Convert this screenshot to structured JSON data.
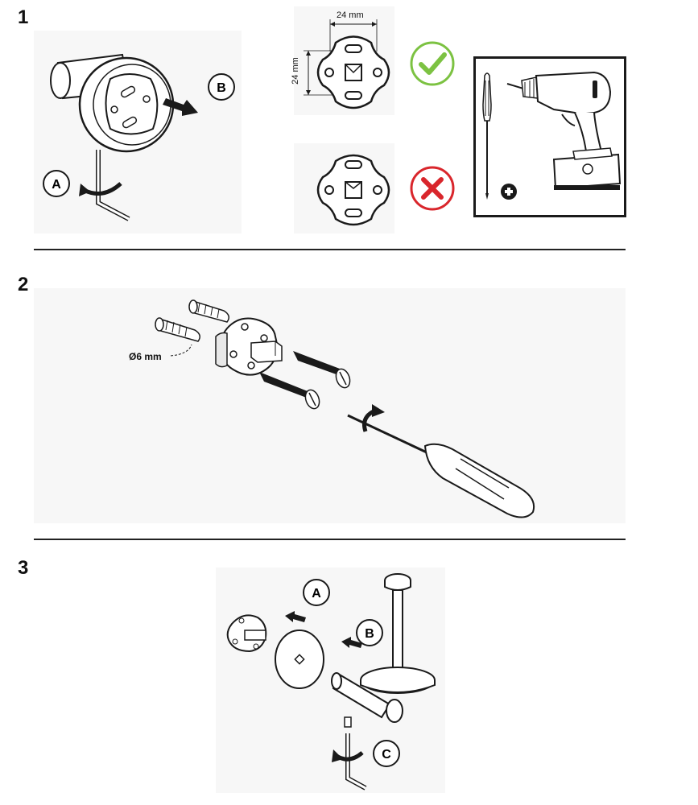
{
  "steps": [
    {
      "number": "1"
    },
    {
      "number": "2"
    },
    {
      "number": "3"
    }
  ],
  "step1": {
    "label_a": "A",
    "label_b": "B",
    "dim_width": "24 mm",
    "dim_height": "24 mm"
  },
  "step2": {
    "drill_size": "Ø6 mm"
  },
  "step3": {
    "label_a": "A",
    "label_b": "B",
    "label_c": "C"
  },
  "colors": {
    "check": "#7cc242",
    "cross": "#d9262c",
    "line": "#1a1a1a",
    "panel": "#f7f7f7"
  },
  "icons": [
    "allen-key-icon",
    "arrow-icon",
    "check-icon",
    "cross-icon",
    "screwdriver-icon",
    "drill-icon",
    "plus-icon",
    "wall-plug-icon",
    "screw-icon"
  ]
}
